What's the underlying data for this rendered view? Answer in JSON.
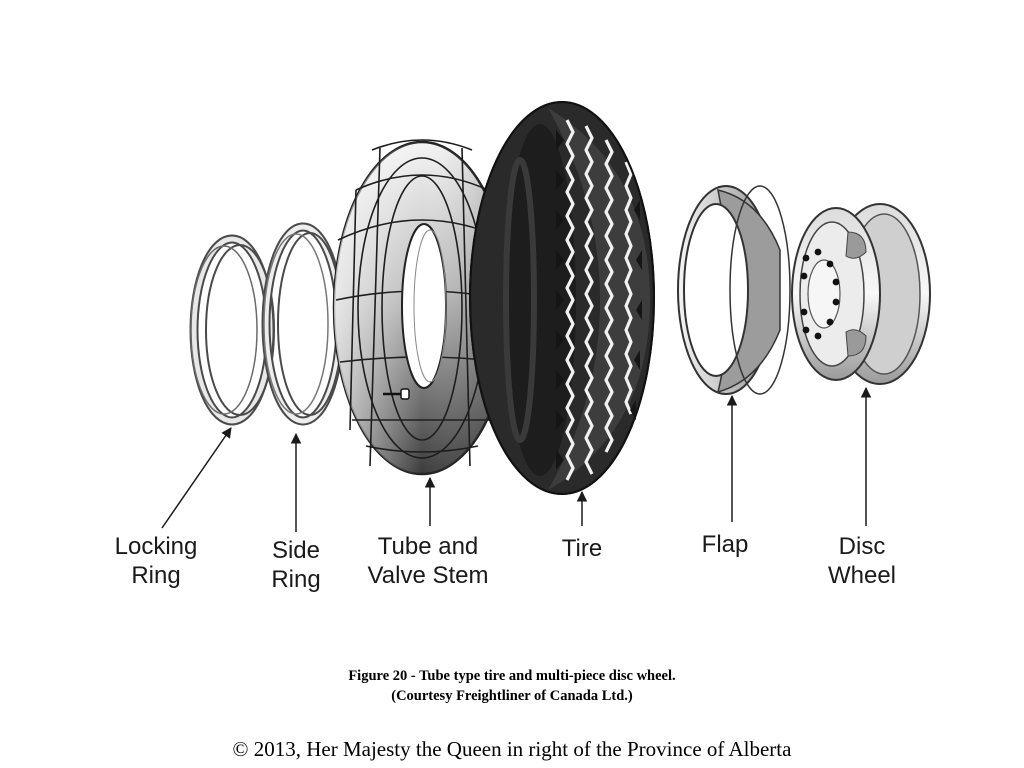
{
  "labels": {
    "locking_ring": {
      "line1": "Locking",
      "line2": "Ring"
    },
    "side_ring": {
      "line1": "Side",
      "line2": "Ring"
    },
    "tube_valve": {
      "line1": "Tube and",
      "line2": "Valve Stem"
    },
    "tire": {
      "line1": "Tire"
    },
    "flap": {
      "line1": "Flap"
    },
    "disc_wheel": {
      "line1": "Disc",
      "line2": "Wheel"
    }
  },
  "caption": {
    "line1": "Figure 20 - Tube type tire and multi-piece disc wheel.",
    "line2": "(Courtesy Freightliner of Canada Ltd.)"
  },
  "copyright": "© 2013, Her Majesty the Queen in right of the Province of Alberta",
  "colors": {
    "ink": "#1a1a1a",
    "tire_dark": "#2b2b2b",
    "metal_light": "#e6e6e6",
    "metal_mid": "#a8a8a8",
    "tube_shadow": "#555555"
  }
}
